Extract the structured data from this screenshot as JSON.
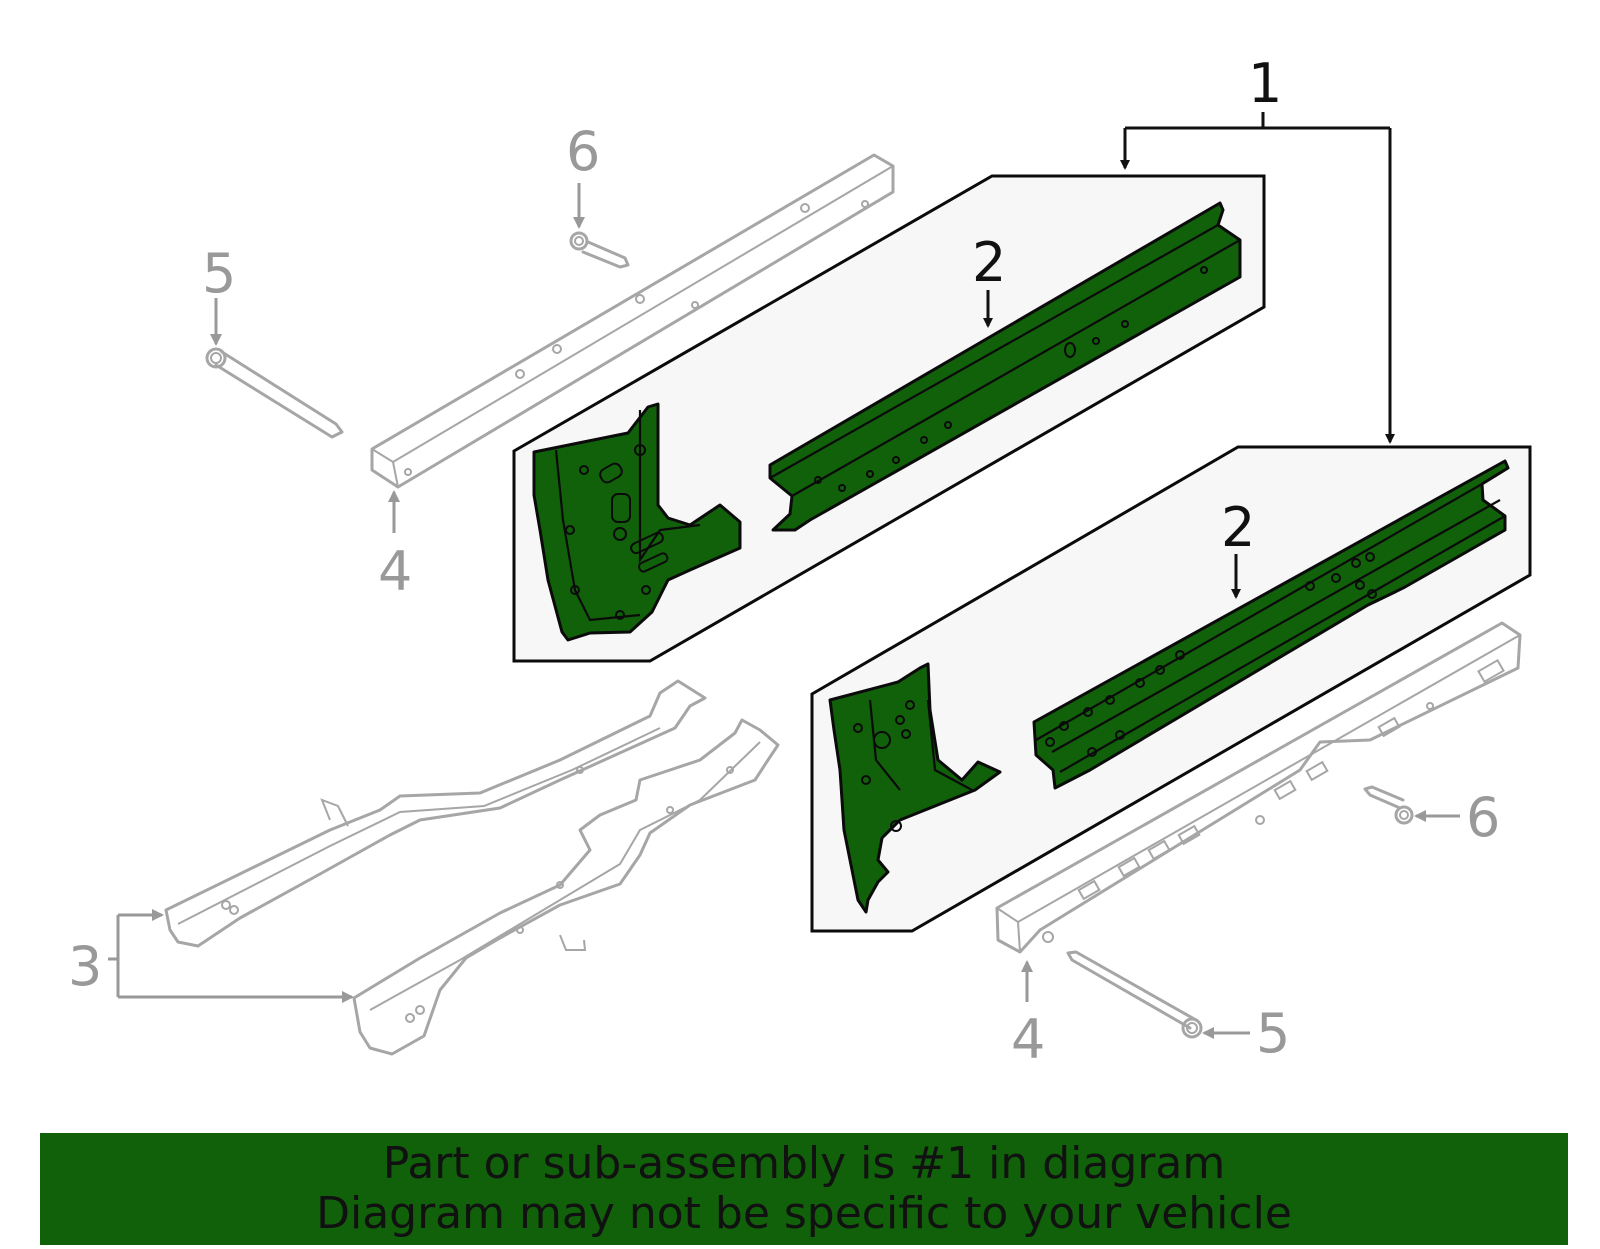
{
  "callouts": {
    "c1": "1",
    "c2a": "2",
    "c2b": "2",
    "c3": "3",
    "c4a": "4",
    "c4b": "4",
    "c5a": "5",
    "c5b": "5",
    "c6a": "6",
    "c6b": "6"
  },
  "banner": {
    "line1": "Part or sub-assembly is #1 in diagram",
    "line2": "Diagram may not be specific to your vehicle"
  },
  "colors": {
    "highlight": "#11600a",
    "ghost_parts": "#a6a6a6",
    "panel": "#f7f7f7"
  }
}
